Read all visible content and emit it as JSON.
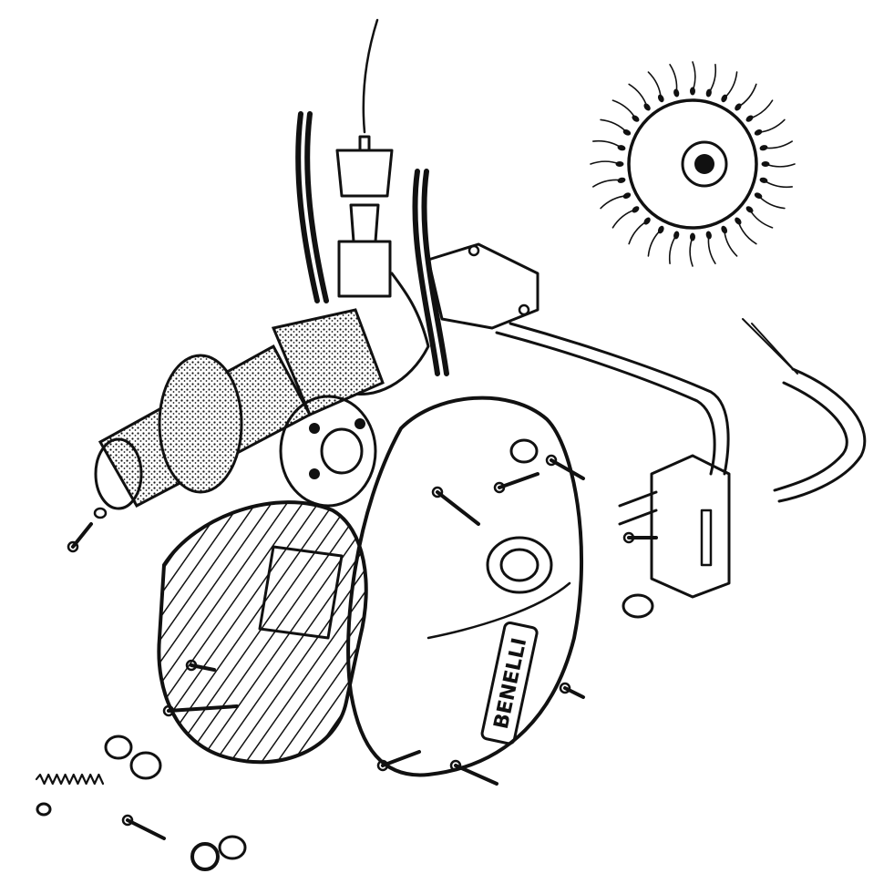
{
  "diagram": {
    "engine_cover_brand": "BENELLI",
    "colors": {
      "ink": "#111111",
      "paper": "#ffffff"
    },
    "parts": [
      "throttle-cable",
      "carburetor",
      "fuel-hose-left",
      "fuel-hose-right",
      "intake-manifold",
      "exhaust-pipe",
      "exhaust-flange",
      "cylinder-head",
      "flywheel",
      "crankcase-cover",
      "ignition-coil",
      "wiring-harness",
      "sun-burst-icon",
      "screws",
      "nuts",
      "washers",
      "spring"
    ]
  }
}
